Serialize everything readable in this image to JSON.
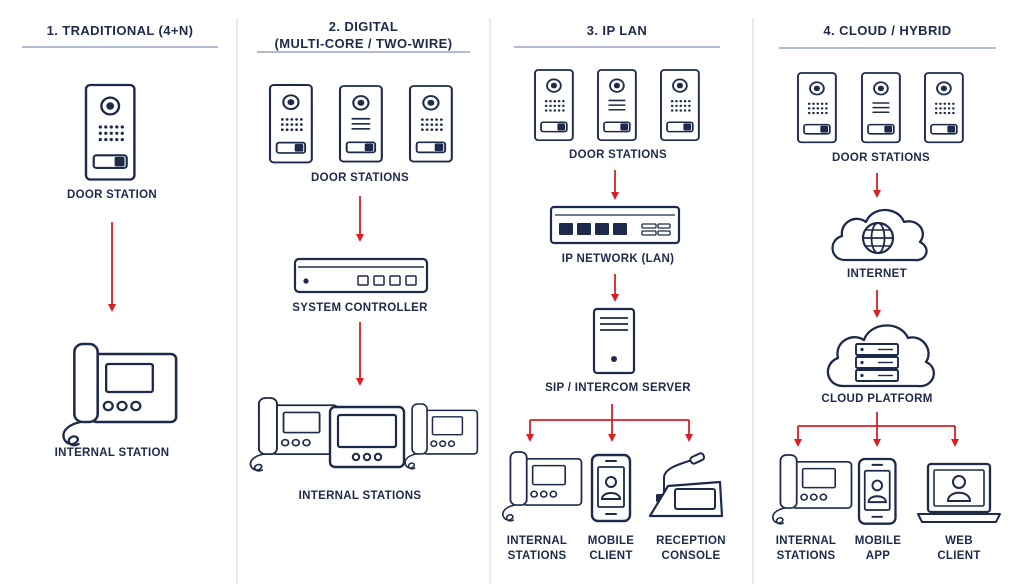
{
  "columns": [
    {
      "title": "1.  TRADITIONAL (4+N)",
      "labels": {
        "door": "DOOR STATION",
        "internal": "INTERNAL STATION"
      }
    },
    {
      "title_line1": "2. DIGITAL",
      "title_line2": "(MULTI-CORE / TWO-WIRE)",
      "labels": {
        "door": "DOOR STATIONS",
        "controller": "SYSTEM CONTROLLER",
        "internal": "INTERNAL STATIONS"
      }
    },
    {
      "title": "3. IP LAN",
      "labels": {
        "door": "DOOR STATIONS",
        "network": "IP NETWORK (LAN)",
        "server": "SIP / INTERCOM SERVER",
        "internal_l1": "INTERNAL",
        "internal_l2": "STATIONS",
        "mobile_l1": "MOBILE",
        "mobile_l2": "CLIENT",
        "reception_l1": "RECEPTION",
        "reception_l2": "CONSOLE"
      }
    },
    {
      "title": "4. CLOUD / HYBRID",
      "labels": {
        "door": "DOOR STATIONS",
        "internet": "INTERNET",
        "cloud": "CLOUD PLATFORM",
        "internal_l1": "INTERNAL",
        "internal_l2": "STATIONS",
        "app_l1": "MOBILE",
        "app_l2": "APP",
        "web_l1": "WEB",
        "web_l2": "CLIENT"
      }
    }
  ],
  "colors": {
    "ink": "#1d2a4a",
    "arrow": "#d81f26",
    "rule": "#9aa6bd",
    "divider": "#d7dbe3"
  }
}
